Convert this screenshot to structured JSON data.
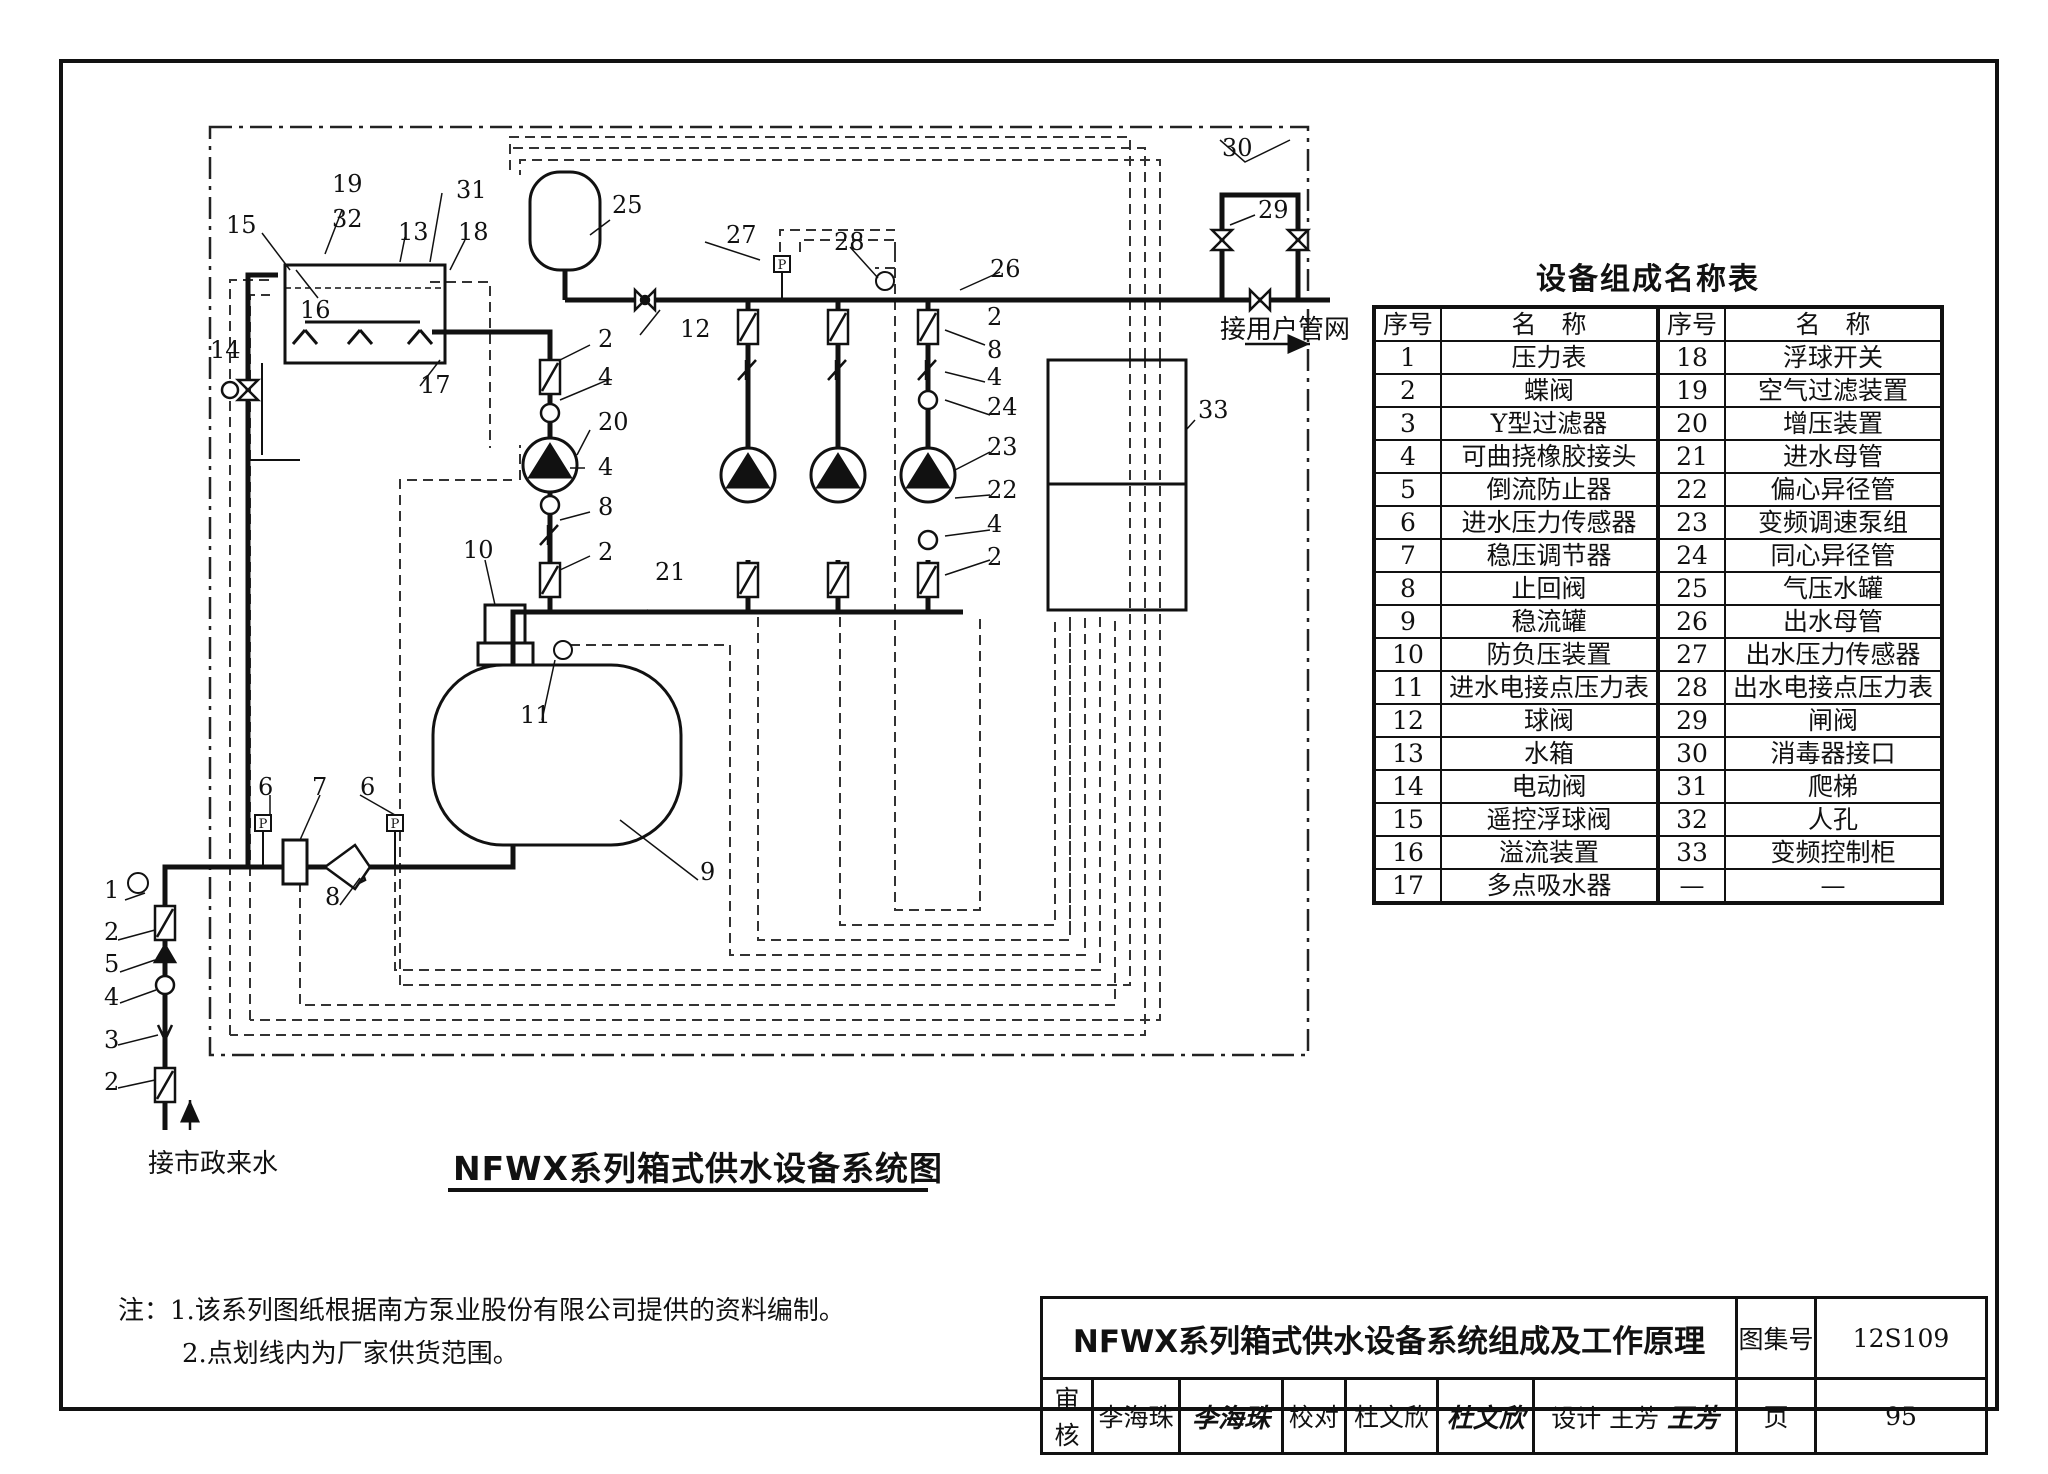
{
  "diagram_title": "NFWX系列箱式供水设备系统图",
  "labels": {
    "inlet": "接市政来水",
    "outlet": "接用户管网"
  },
  "callouts": [
    "1",
    "2",
    "3",
    "4",
    "5",
    "6",
    "7",
    "8",
    "9",
    "10",
    "11",
    "12",
    "13",
    "14",
    "15",
    "16",
    "17",
    "18",
    "19",
    "20",
    "21",
    "22",
    "23",
    "24",
    "25",
    "26",
    "27",
    "28",
    "29",
    "30",
    "31",
    "32",
    "33"
  ],
  "gauge_marks": {
    "pressure_sensor": "P"
  },
  "parts_table": {
    "title": "设备组成名称表",
    "header": {
      "no": "序号",
      "name": "名　称"
    },
    "rows": [
      {
        "no1": "1",
        "name1": "压力表",
        "no2": "18",
        "name2": "浮球开关"
      },
      {
        "no1": "2",
        "name1": "蝶阀",
        "no2": "19",
        "name2": "空气过滤装置"
      },
      {
        "no1": "3",
        "name1": "Y型过滤器",
        "no2": "20",
        "name2": "增压装置"
      },
      {
        "no1": "4",
        "name1": "可曲挠橡胶接头",
        "no2": "21",
        "name2": "进水母管"
      },
      {
        "no1": "5",
        "name1": "倒流防止器",
        "no2": "22",
        "name2": "偏心异径管"
      },
      {
        "no1": "6",
        "name1": "进水压力传感器",
        "no2": "23",
        "name2": "变频调速泵组"
      },
      {
        "no1": "7",
        "name1": "稳压调节器",
        "no2": "24",
        "name2": "同心异径管"
      },
      {
        "no1": "8",
        "name1": "止回阀",
        "no2": "25",
        "name2": "气压水罐"
      },
      {
        "no1": "9",
        "name1": "稳流罐",
        "no2": "26",
        "name2": "出水母管"
      },
      {
        "no1": "10",
        "name1": "防负压装置",
        "no2": "27",
        "name2": "出水压力传感器"
      },
      {
        "no1": "11",
        "name1": "进水电接点压力表",
        "no2": "28",
        "name2": "出水电接点压力表"
      },
      {
        "no1": "12",
        "name1": "球阀",
        "no2": "29",
        "name2": "闸阀"
      },
      {
        "no1": "13",
        "name1": "水箱",
        "no2": "30",
        "name2": "消毒器接口"
      },
      {
        "no1": "14",
        "name1": "电动阀",
        "no2": "31",
        "name2": "爬梯"
      },
      {
        "no1": "15",
        "name1": "遥控浮球阀",
        "no2": "32",
        "name2": "人孔"
      },
      {
        "no1": "16",
        "name1": "溢流装置",
        "no2": "33",
        "name2": "变频控制柜"
      },
      {
        "no1": "17",
        "name1": "多点吸水器",
        "no2": "—",
        "name2": "—"
      }
    ]
  },
  "notes": {
    "prefix": "注：",
    "line1": "1.该系列图纸根据南方泵业股份有限公司提供的资料编制。",
    "line2": "2.点划线内为厂家供货范围。"
  },
  "title_block": {
    "title": "NFWX系列箱式供水设备系统组成及工作原理",
    "atlas_label": "图集号",
    "atlas_no": "12S109",
    "review_label": "审核",
    "reviewer": "李海珠",
    "reviewer_sig": "李海珠",
    "check_label": "校对",
    "checker": "杜文欣",
    "checker_sig": "杜文欣",
    "design_label": "设计",
    "designer": "王芳",
    "designer_sig": "王芳",
    "page_label": "页",
    "page_no": "95"
  }
}
